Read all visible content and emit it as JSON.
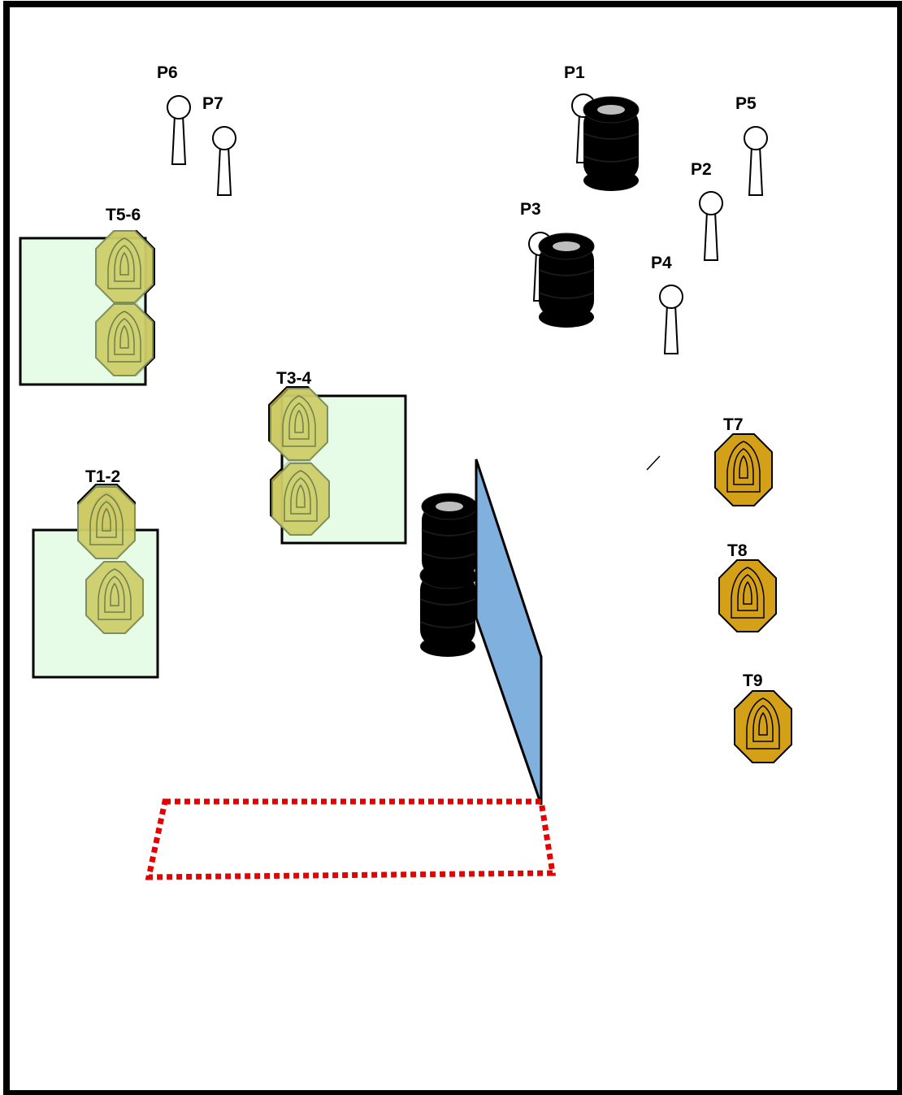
{
  "colors": {
    "target_gold": "#D4A017",
    "target_overlay": "#CDCD6A",
    "target_overlay_stroke": "#7F8F5A",
    "hard_cover": "#E2FBE2",
    "wall": "#80B0DE",
    "fault_line": "#E60000",
    "tire": "#000000",
    "tire_top": "#BDBDBD"
  },
  "poppers": [
    {
      "id": "p1",
      "label": "P1"
    },
    {
      "id": "p2",
      "label": "P2"
    },
    {
      "id": "p3",
      "label": "P3"
    },
    {
      "id": "p4",
      "label": "P4"
    },
    {
      "id": "p5",
      "label": "P5"
    },
    {
      "id": "p6",
      "label": "P6"
    },
    {
      "id": "p7",
      "label": "P7"
    }
  ],
  "target_groups": [
    {
      "id": "t1-2",
      "label": "T1-2"
    },
    {
      "id": "t3-4",
      "label": "T3-4"
    },
    {
      "id": "t5-6",
      "label": "T5-6"
    }
  ],
  "targets": [
    {
      "id": "t7",
      "label": "T7"
    },
    {
      "id": "t8",
      "label": "T8"
    },
    {
      "id": "t9",
      "label": "T9"
    }
  ],
  "icons": {
    "popper": "steel-popper-icon",
    "target": "cardboard-target-icon",
    "tire_stack": "tire-stack-icon",
    "wall": "wall-panel",
    "fault_line": "shooting-box-fault-line"
  }
}
